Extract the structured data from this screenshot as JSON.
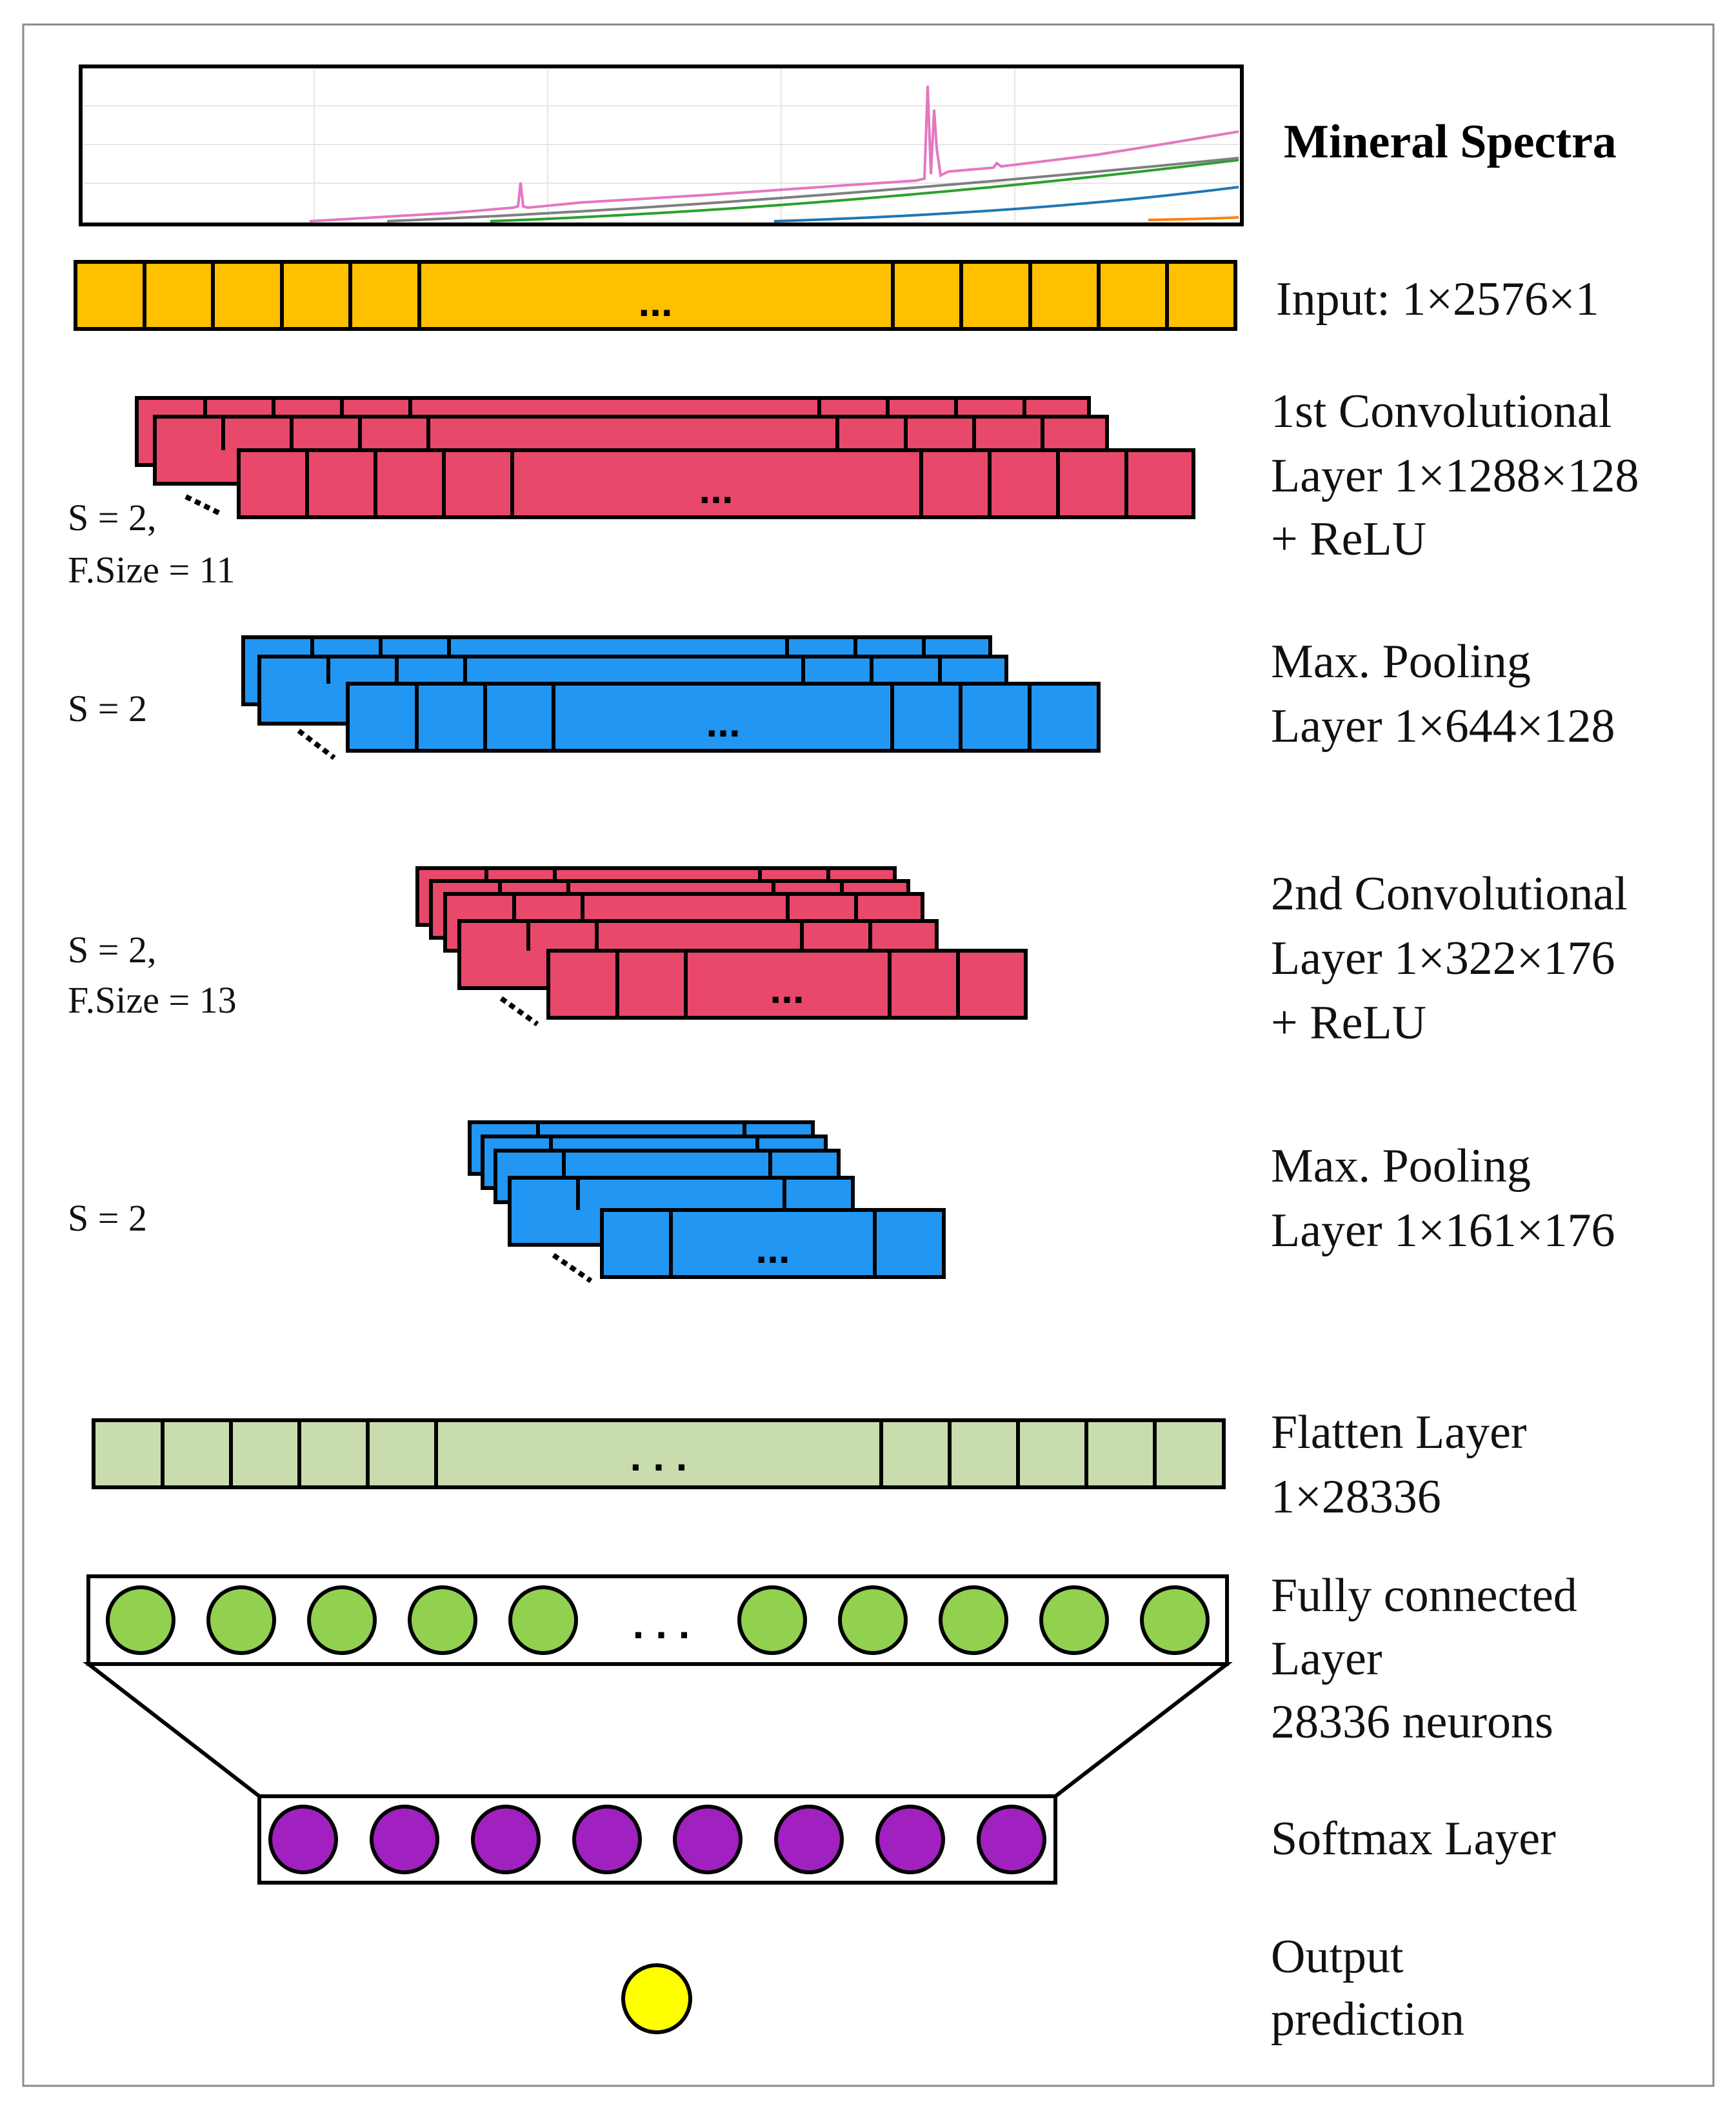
{
  "title": "Mineral Spectra",
  "colors": {
    "input": "#ffc000",
    "conv": "#e8486a",
    "pool": "#2196f3",
    "flatten": "#c9dcae",
    "neuron_fc": "#92d050",
    "neuron_softmax": "#a020c0",
    "neuron_output": "#ffff00",
    "spectrum_pink": "#e377c2",
    "spectrum_gray": "#7f7f7f",
    "spectrum_green": "#2ca02c",
    "spectrum_blue": "#1f77b4",
    "spectrum_orange": "#ff7f0e"
  },
  "ellipsis": "...",
  "ellipsis_spaced": ". . .",
  "layers": {
    "input": {
      "label1": "Input: 1×2576×1"
    },
    "conv1": {
      "label1": "1st Convolutional",
      "label2": "Layer 1×1288×128",
      "label3": "+ ReLU",
      "side1": "S = 2,",
      "side2": "F.Size = 11"
    },
    "pool1": {
      "label1": "Max. Pooling",
      "label2": "Layer 1×644×128",
      "side1": "S = 2"
    },
    "conv2": {
      "label1": "2nd Convolutional",
      "label2": "Layer 1×322×176",
      "label3": "+ ReLU",
      "side1": "S = 2,",
      "side2": "F.Size = 13"
    },
    "pool2": {
      "label1": "Max. Pooling",
      "label2": "Layer 1×161×176",
      "side1": "S = 2"
    },
    "flatten": {
      "label1": "Flatten Layer",
      "label2": "1×28336"
    },
    "fc": {
      "label1": "Fully connected",
      "label2": "Layer",
      "label3": "28336 neurons"
    },
    "softmax": {
      "label1": "Softmax Layer"
    },
    "output": {
      "label1": "Output",
      "label2": "prediction"
    }
  }
}
